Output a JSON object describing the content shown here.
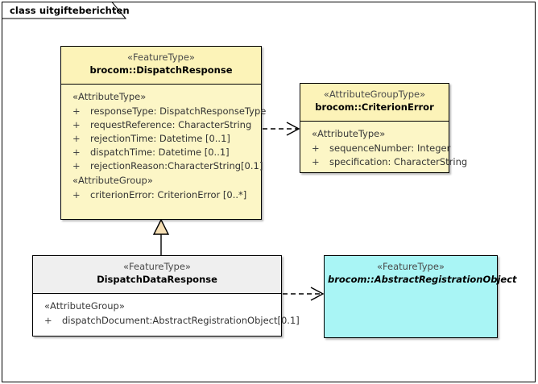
{
  "diagram": {
    "title": "class uitgifteberichten",
    "frame_border_color": "#000000",
    "background": "#ffffff"
  },
  "colors": {
    "class_yellow_header": "#FCF3B8",
    "class_yellow_body": "#FCF6C6",
    "class_gray_header": "#EFEFEF",
    "class_white_body": "#FFFFFF",
    "class_cyan": "#A9F5F5",
    "generalization_triangle_fill": "#F5DEB3",
    "line": "#000000"
  },
  "classes": {
    "dispatch_response": {
      "stereotype": "«FeatureType»",
      "name": "brocom::DispatchResponse",
      "abstract": false,
      "sections": [
        {
          "stereotype": "«AttributeType»",
          "attributes": [
            {
              "visibility": "+",
              "text": "responseType: DispatchResponseType"
            },
            {
              "visibility": "+",
              "text": "requestReference: CharacterString"
            },
            {
              "visibility": "+",
              "text": "rejectionTime: Datetime [0..1]"
            },
            {
              "visibility": "+",
              "text": "dispatchTime: Datetime [0..1]"
            },
            {
              "visibility": "+",
              "text": "rejectionReason:CharacterString[0.1]"
            }
          ]
        },
        {
          "stereotype": "«AttributeGroup»",
          "attributes": [
            {
              "visibility": "+",
              "text": "criterionError: CriterionError [0..*]"
            }
          ]
        }
      ]
    },
    "criterion_error": {
      "stereotype": "«AttributeGroupType»",
      "name": "brocom::CriterionError",
      "abstract": false,
      "sections": [
        {
          "stereotype": "«AttributeType»",
          "attributes": [
            {
              "visibility": "+",
              "text": "sequenceNumber: Integer"
            },
            {
              "visibility": "+",
              "text": "specification: CharacterString"
            }
          ]
        }
      ]
    },
    "dispatch_data_response": {
      "stereotype": "«FeatureType»",
      "name": "DispatchDataResponse",
      "abstract": false,
      "sections": [
        {
          "stereotype": "«AttributeGroup»",
          "attributes": [
            {
              "visibility": "+",
              "text": "dispatchDocument:AbstractRegistrationObject[0.1]"
            }
          ]
        }
      ]
    },
    "abstract_registration_object": {
      "stereotype": "«FeatureType»",
      "name": "brocom::AbstractRegistrationObject",
      "abstract": true,
      "sections": []
    }
  },
  "connectors": [
    {
      "name": "generalization-dispatchdataresponse-to-dispatchresponse",
      "type": "generalization",
      "from": "DispatchDataResponse",
      "to": "brocom::DispatchResponse",
      "style": "solid-line-hollow-triangle"
    },
    {
      "name": "dependency-dispatchresponse-to-criterionerror",
      "type": "dependency",
      "from": "brocom::DispatchResponse",
      "to": "brocom::CriterionError",
      "style": "dashed-line-open-arrow"
    },
    {
      "name": "dependency-dispatchdataresponse-to-abstractregistrationobject",
      "type": "dependency",
      "from": "DispatchDataResponse",
      "to": "brocom::AbstractRegistrationObject",
      "style": "dashed-line-open-arrow"
    }
  ]
}
